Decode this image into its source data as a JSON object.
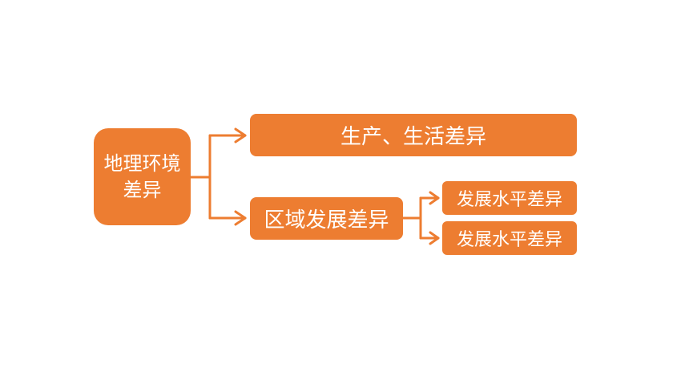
{
  "diagram": {
    "root": {
      "label": "地理环境差异"
    },
    "branch_top": {
      "label": "生产、生活差异"
    },
    "branch_mid": {
      "label": "区域发展差异"
    },
    "leaves": [
      {
        "label": "发展水平差异"
      },
      {
        "label": "发展水平差异"
      }
    ],
    "colors": {
      "accent": "#ED7D31",
      "text": "#FFFFFF",
      "background": "#FFFFFF"
    }
  }
}
